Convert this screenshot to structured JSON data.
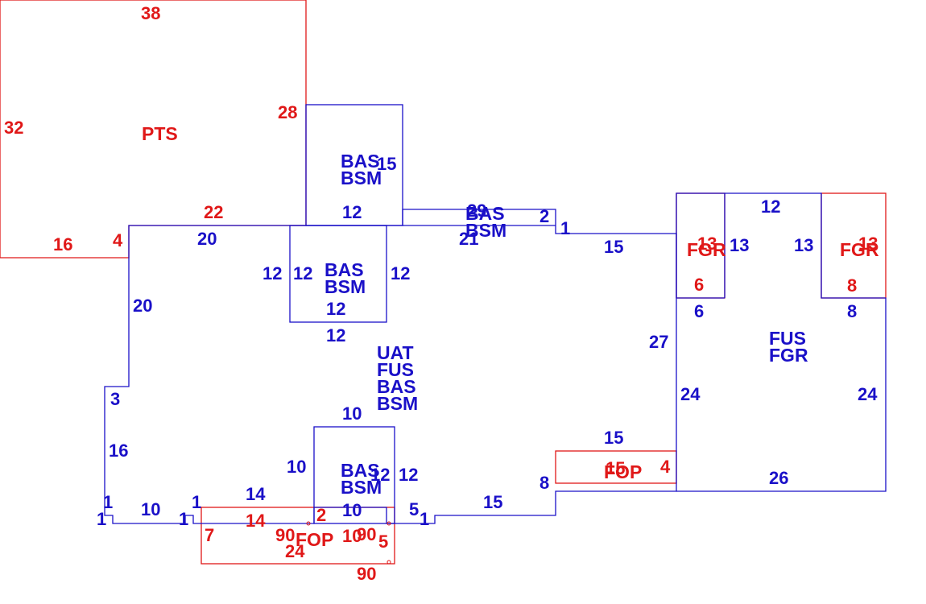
{
  "colors": {
    "blue": "#1a10c8",
    "red": "#e01818",
    "background": "#ffffff"
  },
  "areas": [
    {
      "id": "pts",
      "lines": [
        "PTS"
      ],
      "color": "red"
    },
    {
      "id": "bas-upper",
      "lines": [
        "BAS",
        "BSM"
      ],
      "color": "blue"
    },
    {
      "id": "bas-strip",
      "lines": [
        "BAS",
        "BSM"
      ],
      "color": "blue"
    },
    {
      "id": "bas-mid",
      "lines": [
        "BAS",
        "BSM"
      ],
      "color": "blue"
    },
    {
      "id": "main",
      "lines": [
        "UAT",
        "FUS",
        "BAS",
        "BSM"
      ],
      "color": "blue"
    },
    {
      "id": "bas-bottom",
      "lines": [
        "BAS",
        "BSM"
      ],
      "color": "blue"
    },
    {
      "id": "fop-bottom",
      "lines": [
        "FOP"
      ],
      "color": "red"
    },
    {
      "id": "fop-right",
      "lines": [
        "FOP"
      ],
      "color": "red"
    },
    {
      "id": "fgr-left",
      "lines": [
        "FGR"
      ],
      "color": "red"
    },
    {
      "id": "fgr-right",
      "lines": [
        "FGR"
      ],
      "color": "red"
    },
    {
      "id": "fus",
      "lines": [
        "FUS",
        "FGR"
      ],
      "color": "blue"
    }
  ],
  "dimensions": [
    {
      "id": "pts-top",
      "text": "38",
      "color": "red"
    },
    {
      "id": "pts-left",
      "text": "32",
      "color": "red"
    },
    {
      "id": "pts-right",
      "text": "28",
      "color": "red"
    },
    {
      "id": "pts-bottom-a",
      "text": "16",
      "color": "red"
    },
    {
      "id": "pts-bottom-b",
      "text": "4",
      "color": "red"
    },
    {
      "id": "pts-bottom-c",
      "text": "22",
      "color": "red"
    },
    {
      "id": "bas-upper-right",
      "text": "15",
      "color": "blue"
    },
    {
      "id": "bas-upper-bottom",
      "text": "12",
      "color": "blue"
    },
    {
      "id": "strip-top",
      "text": "29",
      "color": "blue"
    },
    {
      "id": "strip-right",
      "text": "2",
      "color": "blue"
    },
    {
      "id": "strip-bottom",
      "text": "21",
      "color": "blue"
    },
    {
      "id": "step-1",
      "text": "1",
      "color": "blue"
    },
    {
      "id": "top-run-15",
      "text": "15",
      "color": "blue"
    },
    {
      "id": "main-top-20",
      "text": "20",
      "color": "blue"
    },
    {
      "id": "main-left-20",
      "text": "20",
      "color": "blue"
    },
    {
      "id": "mid-left-outer",
      "text": "12",
      "color": "blue"
    },
    {
      "id": "mid-left-inner",
      "text": "12",
      "color": "blue"
    },
    {
      "id": "mid-right",
      "text": "12",
      "color": "blue"
    },
    {
      "id": "mid-inner-bottom",
      "text": "12",
      "color": "blue"
    },
    {
      "id": "mid-bottom",
      "text": "12",
      "color": "blue"
    },
    {
      "id": "left-3",
      "text": "3",
      "color": "blue"
    },
    {
      "id": "left-16",
      "text": "16",
      "color": "blue"
    },
    {
      "id": "bl-1a",
      "text": "1",
      "color": "blue"
    },
    {
      "id": "bl-1b",
      "text": "1",
      "color": "blue"
    },
    {
      "id": "bl-10",
      "text": "10",
      "color": "blue"
    },
    {
      "id": "bl-1c",
      "text": "1",
      "color": "blue"
    },
    {
      "id": "bl-1d",
      "text": "1",
      "color": "blue"
    },
    {
      "id": "bot-14-blue",
      "text": "14",
      "color": "blue"
    },
    {
      "id": "bot-14-red",
      "text": "14",
      "color": "red"
    },
    {
      "id": "bot-bas-top",
      "text": "10",
      "color": "blue"
    },
    {
      "id": "bot-bas-left",
      "text": "10",
      "color": "blue"
    },
    {
      "id": "bot-bas-right",
      "text": "12",
      "color": "blue"
    },
    {
      "id": "bot-bas-inner12",
      "text": "12",
      "color": "blue"
    },
    {
      "id": "bot-bas-bottom",
      "text": "10",
      "color": "blue"
    },
    {
      "id": "bot-5-blue",
      "text": "5",
      "color": "blue"
    },
    {
      "id": "bot-1-blue",
      "text": "1",
      "color": "blue"
    },
    {
      "id": "bot-15-blue",
      "text": "15",
      "color": "blue"
    },
    {
      "id": "bot-8-blue",
      "text": "8",
      "color": "blue"
    },
    {
      "id": "fop-7",
      "text": "7",
      "color": "red"
    },
    {
      "id": "fop-2",
      "text": "2",
      "color": "red"
    },
    {
      "id": "fop-90a",
      "text": "90",
      "color": "red"
    },
    {
      "id": "fop-10",
      "text": "10",
      "color": "red"
    },
    {
      "id": "fop-90b",
      "text": "90",
      "color": "red"
    },
    {
      "id": "fop-5",
      "text": "5",
      "color": "red"
    },
    {
      "id": "fop-24",
      "text": "24",
      "color": "red"
    },
    {
      "id": "fop-90c",
      "text": "90",
      "color": "red"
    },
    {
      "id": "fop-r-15-blue",
      "text": "15",
      "color": "blue"
    },
    {
      "id": "fop-r-15-red",
      "text": "15",
      "color": "red"
    },
    {
      "id": "fop-r-4",
      "text": "4",
      "color": "red"
    },
    {
      "id": "r-27",
      "text": "27",
      "color": "blue"
    },
    {
      "id": "r-24-left",
      "text": "24",
      "color": "blue"
    },
    {
      "id": "r-24-right",
      "text": "24",
      "color": "blue"
    },
    {
      "id": "r-26",
      "text": "26",
      "color": "blue"
    },
    {
      "id": "r-12",
      "text": "12",
      "color": "blue"
    },
    {
      "id": "r-13-blue-a",
      "text": "13",
      "color": "blue"
    },
    {
      "id": "r-13-blue-b",
      "text": "13",
      "color": "blue"
    },
    {
      "id": "r-13-red-a",
      "text": "13",
      "color": "red"
    },
    {
      "id": "r-13-red-b",
      "text": "13",
      "color": "red"
    },
    {
      "id": "r-6-red",
      "text": "6",
      "color": "red"
    },
    {
      "id": "r-6-blue",
      "text": "6",
      "color": "blue"
    },
    {
      "id": "r-8-red",
      "text": "8",
      "color": "red"
    },
    {
      "id": "r-8-blue",
      "text": "8",
      "color": "blue"
    }
  ]
}
